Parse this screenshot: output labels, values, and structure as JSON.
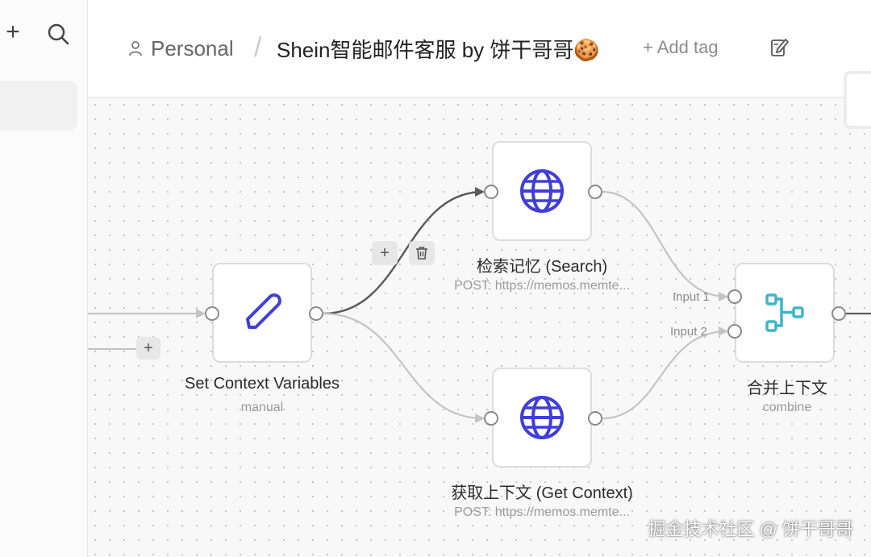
{
  "sidebar": {
    "add_icon": "plus-icon",
    "search_icon": "search-icon"
  },
  "header": {
    "project_icon": "user-icon",
    "project": "Personal",
    "separator": "/",
    "workflow_title": "Shein智能邮件客服 by 饼干哥哥🍪",
    "add_tag": "+ Add tag",
    "edit_icon": "edit-icon"
  },
  "canvas": {
    "connection_tools": {
      "add_icon": "plus-icon",
      "delete_icon": "trash-icon"
    },
    "add_node_icon": "plus-icon",
    "nodes": [
      {
        "id": "set",
        "icon": "pencil-icon",
        "label": "Set Context Variables",
        "subtitle": "manual"
      },
      {
        "id": "search",
        "icon": "globe-icon",
        "label": "检索记忆 (Search)",
        "subtitle": "POST: https://memos.memte..."
      },
      {
        "id": "get",
        "icon": "globe-icon",
        "label": "获取上下文 (Get Context)",
        "subtitle": "POST: https://memos.memte..."
      },
      {
        "id": "merge",
        "icon": "merge-icon",
        "label": "合并上下文",
        "subtitle": "combine",
        "inputs": [
          "Input 1",
          "Input 2"
        ]
      }
    ]
  },
  "watermark": "掘金技术社区 @ 饼干哥哥",
  "colors": {
    "globe": "#3f3fd6",
    "pencil": "#3f3fd6",
    "merge": "#3fb6c8",
    "active_edge": "#5a5a5a",
    "edge": "#c4c4c4"
  }
}
